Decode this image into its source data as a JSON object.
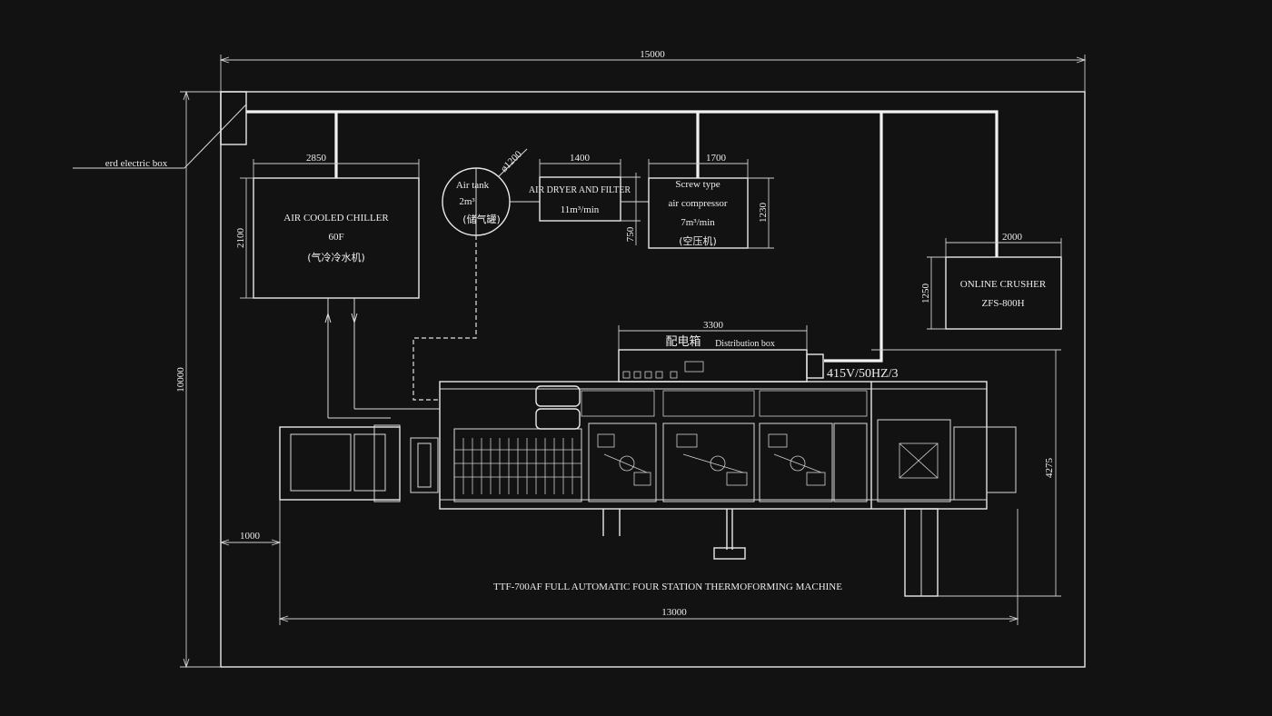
{
  "dimensions": {
    "overall_width": "15000",
    "overall_height": "10000",
    "chiller_width": "2850",
    "chiller_height": "2100",
    "dryer_width": "1400",
    "dryer_height": "750",
    "compressor_width": "1700",
    "compressor_height": "1230",
    "crusher_width": "2000",
    "crusher_height": "1250",
    "distribution_width": "3300",
    "machine_length": "13000",
    "machine_height": "4275",
    "left_offset": "1000",
    "tank_diameter": "ø1200"
  },
  "labels": {
    "electric_box": "erd electric box",
    "chiller_line1": "AIR COOLED CHILLER",
    "chiller_line2": "60F",
    "chiller_line3": "(气冷冷水机)",
    "tank_line1": "Air tank",
    "tank_line2": "2m³",
    "tank_line3": "(储气罐)",
    "dryer_line1": "AIR DRYER AND FILTER",
    "dryer_line2": "11m³/min",
    "compressor_line1": "Screw type",
    "compressor_line2": "air compressor",
    "compressor_line3": "7m³/min",
    "compressor_line4": "(空压机)",
    "crusher_line1": "ONLINE CRUSHER",
    "crusher_line2": "ZFS-800H",
    "distribution_cn": "配电箱",
    "distribution_en": "Distribution box",
    "power": "415V/50HZ/3",
    "machine_title": "TTF-700AF FULL AUTOMATIC FOUR STATION THERMOFORMING MACHINE"
  }
}
